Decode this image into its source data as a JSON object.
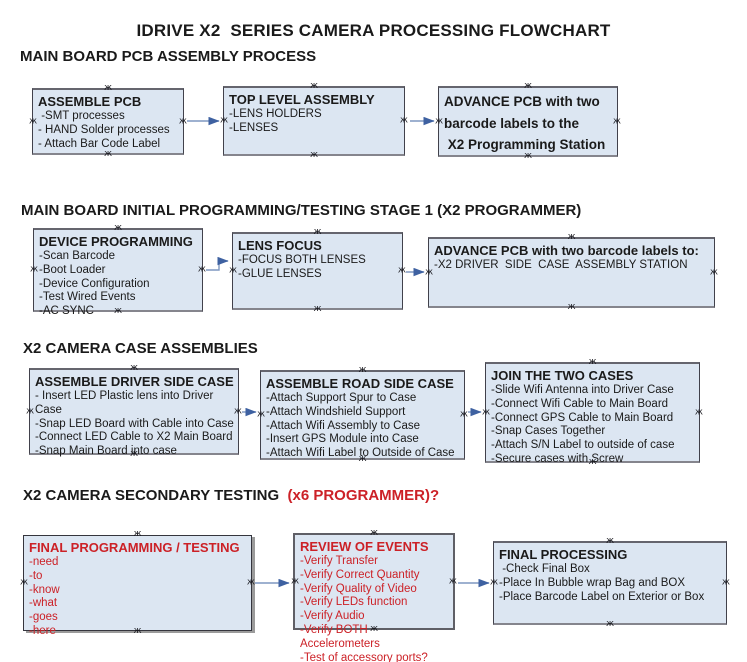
{
  "page_title": "IDRIVE X2  SERIES CAMERA PROCESSING FLOWCHART",
  "ui": {
    "anchor_glyph": "ж",
    "colors": {
      "box_fill": "#dce6f2",
      "box_border": "#41414b",
      "red_text": "#cc2127",
      "arrow_line": "#7e97c0",
      "arrow_head": "#3e61a1"
    }
  },
  "sections": [
    {
      "heading": "MAIN BOARD PCB ASSEMBLY PROCESS",
      "boxes": [
        {
          "title_lines": [
            "ASSEMBLE PCB"
          ],
          "items": [
            " -SMT processes",
            "- HAND Solder processes",
            "- Attach Bar Code Label"
          ]
        },
        {
          "title_lines": [
            "TOP LEVEL ASSEMBLY"
          ],
          "items": [
            "-LENS HOLDERS",
            "-LENSES"
          ]
        },
        {
          "title_lines": [
            "ADVANCE PCB with two",
            "barcode labels to the",
            " X2 Programming Station"
          ],
          "items": []
        }
      ]
    },
    {
      "heading": "MAIN BOARD INITIAL PROGRAMMING/TESTING STAGE 1 (X2 PROGRAMMER)",
      "boxes": [
        {
          "title_lines": [
            "DEVICE PROGRAMMING"
          ],
          "items": [
            "-Scan Barcode",
            "-Boot Loader",
            "-Device Configuration",
            "-Test Wired Events",
            "-AC SYNC"
          ]
        },
        {
          "title_lines": [
            "LENS FOCUS"
          ],
          "items": [
            "-FOCUS BOTH LENSES",
            "-GLUE LENSES"
          ]
        },
        {
          "title_lines": [
            "ADVANCE PCB with two barcode labels to:"
          ],
          "items": [
            "-X2 DRIVER  SIDE  CASE  ASSEMBLY STATION"
          ]
        }
      ]
    },
    {
      "heading": "X2 CAMERA CASE ASSEMBLIES",
      "boxes": [
        {
          "title_lines": [
            "ASSEMBLE DRIVER SIDE CASE"
          ],
          "items": [
            "- Insert LED Plastic lens into Driver Case",
            "-Snap LED Board with Cable into Case",
            "-Connect LED Cable to X2 Main Board",
            "-Snap Main Board into case"
          ]
        },
        {
          "title_lines": [
            "ASSEMBLE ROAD SIDE CASE"
          ],
          "items": [
            "-Attach Support Spur to Case",
            "-Attach Windshield Support",
            "-Attach Wifi Assembly to Case",
            "-Insert GPS Module into Case",
            "-Attach Wifi Label to Outside of Case"
          ]
        },
        {
          "title_lines": [
            "JOIN THE TWO CASES"
          ],
          "items": [
            "-Slide Wifi Antenna into Driver Case",
            "-Connect Wifi Cable to Main Board",
            "-Connect GPS Cable to Main Board",
            "-Snap Cases Together",
            "-Attach S/N Label to outside of case",
            "-Secure cases with Screw"
          ]
        }
      ]
    },
    {
      "heading": "X2 CAMERA SECONDARY TESTING  ",
      "heading_red": "(x6 PROGRAMMER)?",
      "boxes": [
        {
          "title_lines": [
            "FINAL PROGRAMMING / TESTING"
          ],
          "items": [
            "-need",
            "-to",
            "-know",
            "-what",
            "-goes",
            "-here"
          ]
        },
        {
          "title_lines": [
            "REVIEW OF EVENTS"
          ],
          "items": [
            "-Verify Transfer",
            "-Verify Correct Quantity",
            "-Verify Quality of Video",
            "-Verify LEDs function",
            "-Verify Audio",
            "-Verify BOTH Accelerometers",
            "-Test of accessory ports?"
          ]
        },
        {
          "title_lines": [
            "FINAL PROCESSING"
          ],
          "items": [
            " -Check Final Box",
            "-Place In Bubble wrap Bag and BOX",
            "-Place Barcode Label on Exterior or Box"
          ]
        }
      ]
    }
  ]
}
